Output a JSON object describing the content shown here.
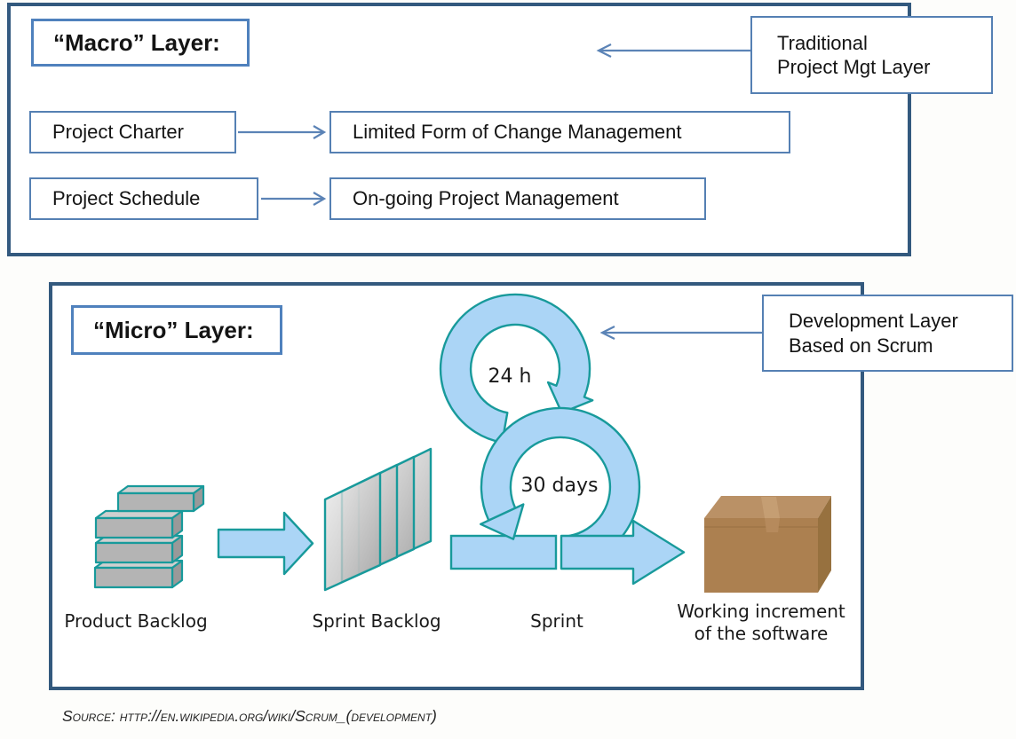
{
  "colors": {
    "panel_border": "#33597E",
    "box_border": "#5580B3",
    "accent_blue": "#4F81BD",
    "connector_arrow": "#5B83B6",
    "scrum_fill": "#ABD5F6",
    "scrum_stroke": "#189A9B",
    "brick_gray": "#B4B4B4",
    "carton_brown": "#AC8050"
  },
  "macro_layer": {
    "title": "“Macro” Layer:",
    "annotation": {
      "line1": "Traditional",
      "line2": "Project Mgt Layer"
    },
    "flows": [
      {
        "from": "Project Charter",
        "to": "Limited Form of Change Management"
      },
      {
        "from": "Project Schedule",
        "to": "On-going Project Management"
      }
    ]
  },
  "micro_layer": {
    "title": "“Micro” Layer:",
    "annotation": {
      "line1": "Development Layer",
      "line2": "Based on Scrum"
    },
    "scrum": {
      "daily_loop_label": "24 h",
      "sprint_loop_label": "30 days",
      "stage_product_backlog": "Product Backlog",
      "stage_sprint_backlog": "Sprint Backlog",
      "stage_sprint": "Sprint",
      "output_line1": "Working increment",
      "output_line2": "of the software"
    }
  },
  "footer": {
    "source": "Source: http://en.wikipedia.org/wiki/Scrum_(development)"
  }
}
